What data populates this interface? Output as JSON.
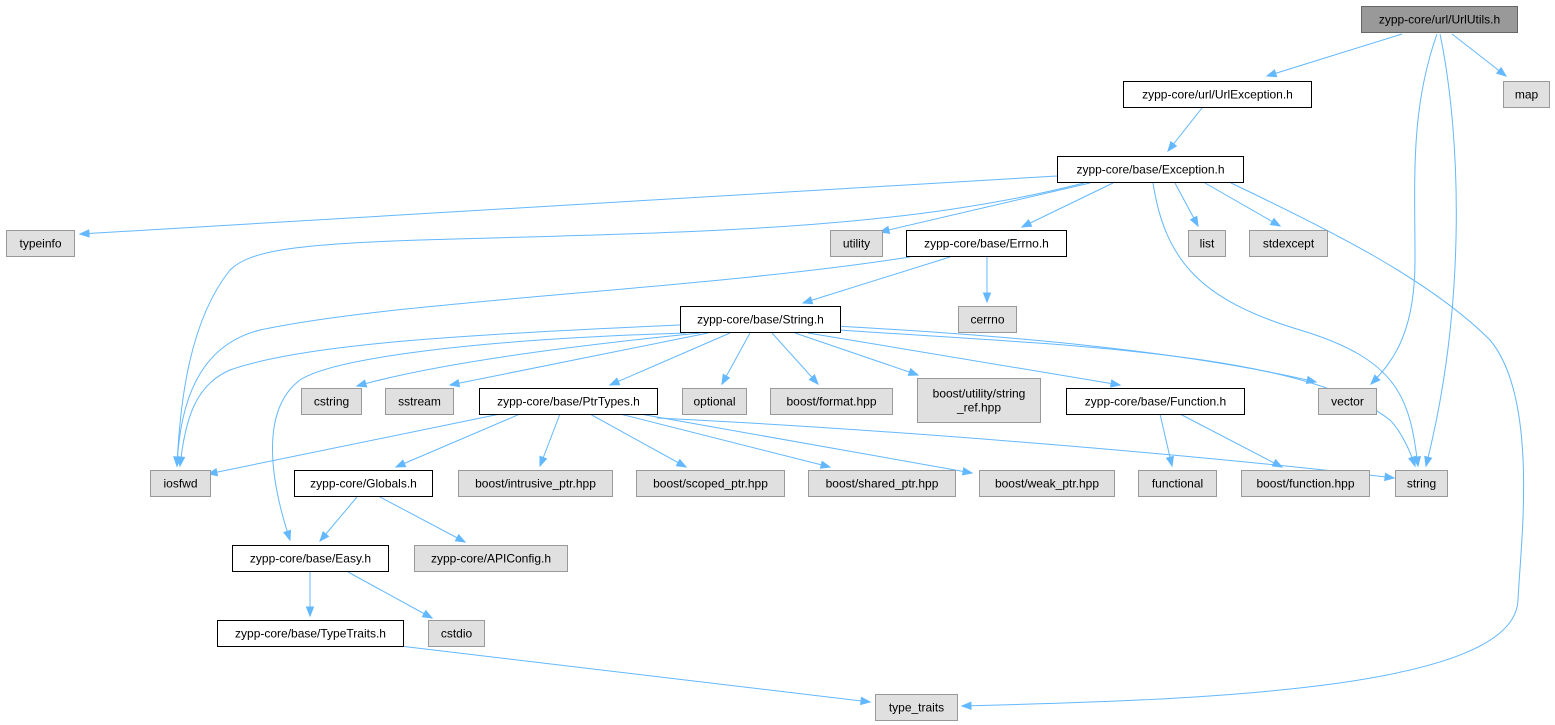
{
  "colors": {
    "edge": "#63b8ff",
    "root_fill": "#999999",
    "internal_fill": "#ffffff",
    "external_fill": "#e0e0e0",
    "root_border": "#666666",
    "internal_border": "#000000",
    "external_border": "#999999"
  },
  "nodes": [
    {
      "id": "urlutils",
      "label": "zypp-core/url/UrlUtils.h",
      "kind": "root"
    },
    {
      "id": "urlexception",
      "label": "zypp-core/url/UrlException.h",
      "kind": "internal"
    },
    {
      "id": "map",
      "label": "map",
      "kind": "external"
    },
    {
      "id": "exception",
      "label": "zypp-core/base/Exception.h",
      "kind": "internal"
    },
    {
      "id": "typeinfo",
      "label": "typeinfo",
      "kind": "external"
    },
    {
      "id": "utility",
      "label": "utility",
      "kind": "external"
    },
    {
      "id": "errno",
      "label": "zypp-core/base/Errno.h",
      "kind": "internal"
    },
    {
      "id": "list",
      "label": "list",
      "kind": "external"
    },
    {
      "id": "stdexcept",
      "label": "stdexcept",
      "kind": "external"
    },
    {
      "id": "string_h",
      "label": "zypp-core/base/String.h",
      "kind": "internal"
    },
    {
      "id": "cerrno",
      "label": "cerrno",
      "kind": "external"
    },
    {
      "id": "cstring",
      "label": "cstring",
      "kind": "external"
    },
    {
      "id": "sstream",
      "label": "sstream",
      "kind": "external"
    },
    {
      "id": "ptrtypes",
      "label": "zypp-core/base/PtrTypes.h",
      "kind": "internal"
    },
    {
      "id": "optional",
      "label": "optional",
      "kind": "external"
    },
    {
      "id": "boostformat",
      "label": "boost/format.hpp",
      "kind": "external"
    },
    {
      "id": "boostutility",
      "label": "boost/utility/string\n_ref.hpp",
      "kind": "external"
    },
    {
      "id": "function_h",
      "label": "zypp-core/base/Function.h",
      "kind": "internal"
    },
    {
      "id": "vector",
      "label": "vector",
      "kind": "external"
    },
    {
      "id": "iosfwd",
      "label": "iosfwd",
      "kind": "external"
    },
    {
      "id": "globals",
      "label": "zypp-core/Globals.h",
      "kind": "internal"
    },
    {
      "id": "intrusive",
      "label": "boost/intrusive_ptr.hpp",
      "kind": "external"
    },
    {
      "id": "scoped",
      "label": "boost/scoped_ptr.hpp",
      "kind": "external"
    },
    {
      "id": "shared",
      "label": "boost/shared_ptr.hpp",
      "kind": "external"
    },
    {
      "id": "weak",
      "label": "boost/weak_ptr.hpp",
      "kind": "external"
    },
    {
      "id": "functional",
      "label": "functional",
      "kind": "external"
    },
    {
      "id": "boostfunction",
      "label": "boost/function.hpp",
      "kind": "external"
    },
    {
      "id": "string",
      "label": "string",
      "kind": "external"
    },
    {
      "id": "easy",
      "label": "zypp-core/base/Easy.h",
      "kind": "internal"
    },
    {
      "id": "apiconfig",
      "label": "zypp-core/APIConfig.h",
      "kind": "external"
    },
    {
      "id": "typetraits_h",
      "label": "zypp-core/base/TypeTraits.h",
      "kind": "internal"
    },
    {
      "id": "cstdio",
      "label": "cstdio",
      "kind": "external"
    },
    {
      "id": "type_traits",
      "label": "type_traits",
      "kind": "external"
    }
  ],
  "edges": [
    {
      "from": "urlutils",
      "to": "urlexception"
    },
    {
      "from": "urlutils",
      "to": "map"
    },
    {
      "from": "urlutils",
      "to": "vector"
    },
    {
      "from": "urlutils",
      "to": "string"
    },
    {
      "from": "urlexception",
      "to": "exception"
    },
    {
      "from": "exception",
      "to": "typeinfo"
    },
    {
      "from": "exception",
      "to": "iosfwd"
    },
    {
      "from": "exception",
      "to": "utility"
    },
    {
      "from": "exception",
      "to": "errno"
    },
    {
      "from": "exception",
      "to": "list"
    },
    {
      "from": "exception",
      "to": "stdexcept"
    },
    {
      "from": "exception",
      "to": "string"
    },
    {
      "from": "exception",
      "to": "type_traits"
    },
    {
      "from": "errno",
      "to": "iosfwd"
    },
    {
      "from": "errno",
      "to": "string_h"
    },
    {
      "from": "errno",
      "to": "cerrno"
    },
    {
      "from": "string_h",
      "to": "iosfwd"
    },
    {
      "from": "string_h",
      "to": "cstring"
    },
    {
      "from": "string_h",
      "to": "sstream"
    },
    {
      "from": "string_h",
      "to": "ptrtypes"
    },
    {
      "from": "string_h",
      "to": "optional"
    },
    {
      "from": "string_h",
      "to": "boostformat"
    },
    {
      "from": "string_h",
      "to": "boostutility"
    },
    {
      "from": "string_h",
      "to": "function_h"
    },
    {
      "from": "string_h",
      "to": "vector"
    },
    {
      "from": "string_h",
      "to": "string"
    },
    {
      "from": "string_h",
      "to": "easy"
    },
    {
      "from": "ptrtypes",
      "to": "iosfwd"
    },
    {
      "from": "ptrtypes",
      "to": "globals"
    },
    {
      "from": "ptrtypes",
      "to": "intrusive"
    },
    {
      "from": "ptrtypes",
      "to": "scoped"
    },
    {
      "from": "ptrtypes",
      "to": "shared"
    },
    {
      "from": "ptrtypes",
      "to": "weak"
    },
    {
      "from": "ptrtypes",
      "to": "string"
    },
    {
      "from": "function_h",
      "to": "functional"
    },
    {
      "from": "function_h",
      "to": "boostfunction"
    },
    {
      "from": "globals",
      "to": "easy"
    },
    {
      "from": "globals",
      "to": "apiconfig"
    },
    {
      "from": "easy",
      "to": "typetraits_h"
    },
    {
      "from": "easy",
      "to": "cstdio"
    },
    {
      "from": "typetraits_h",
      "to": "type_traits"
    }
  ]
}
